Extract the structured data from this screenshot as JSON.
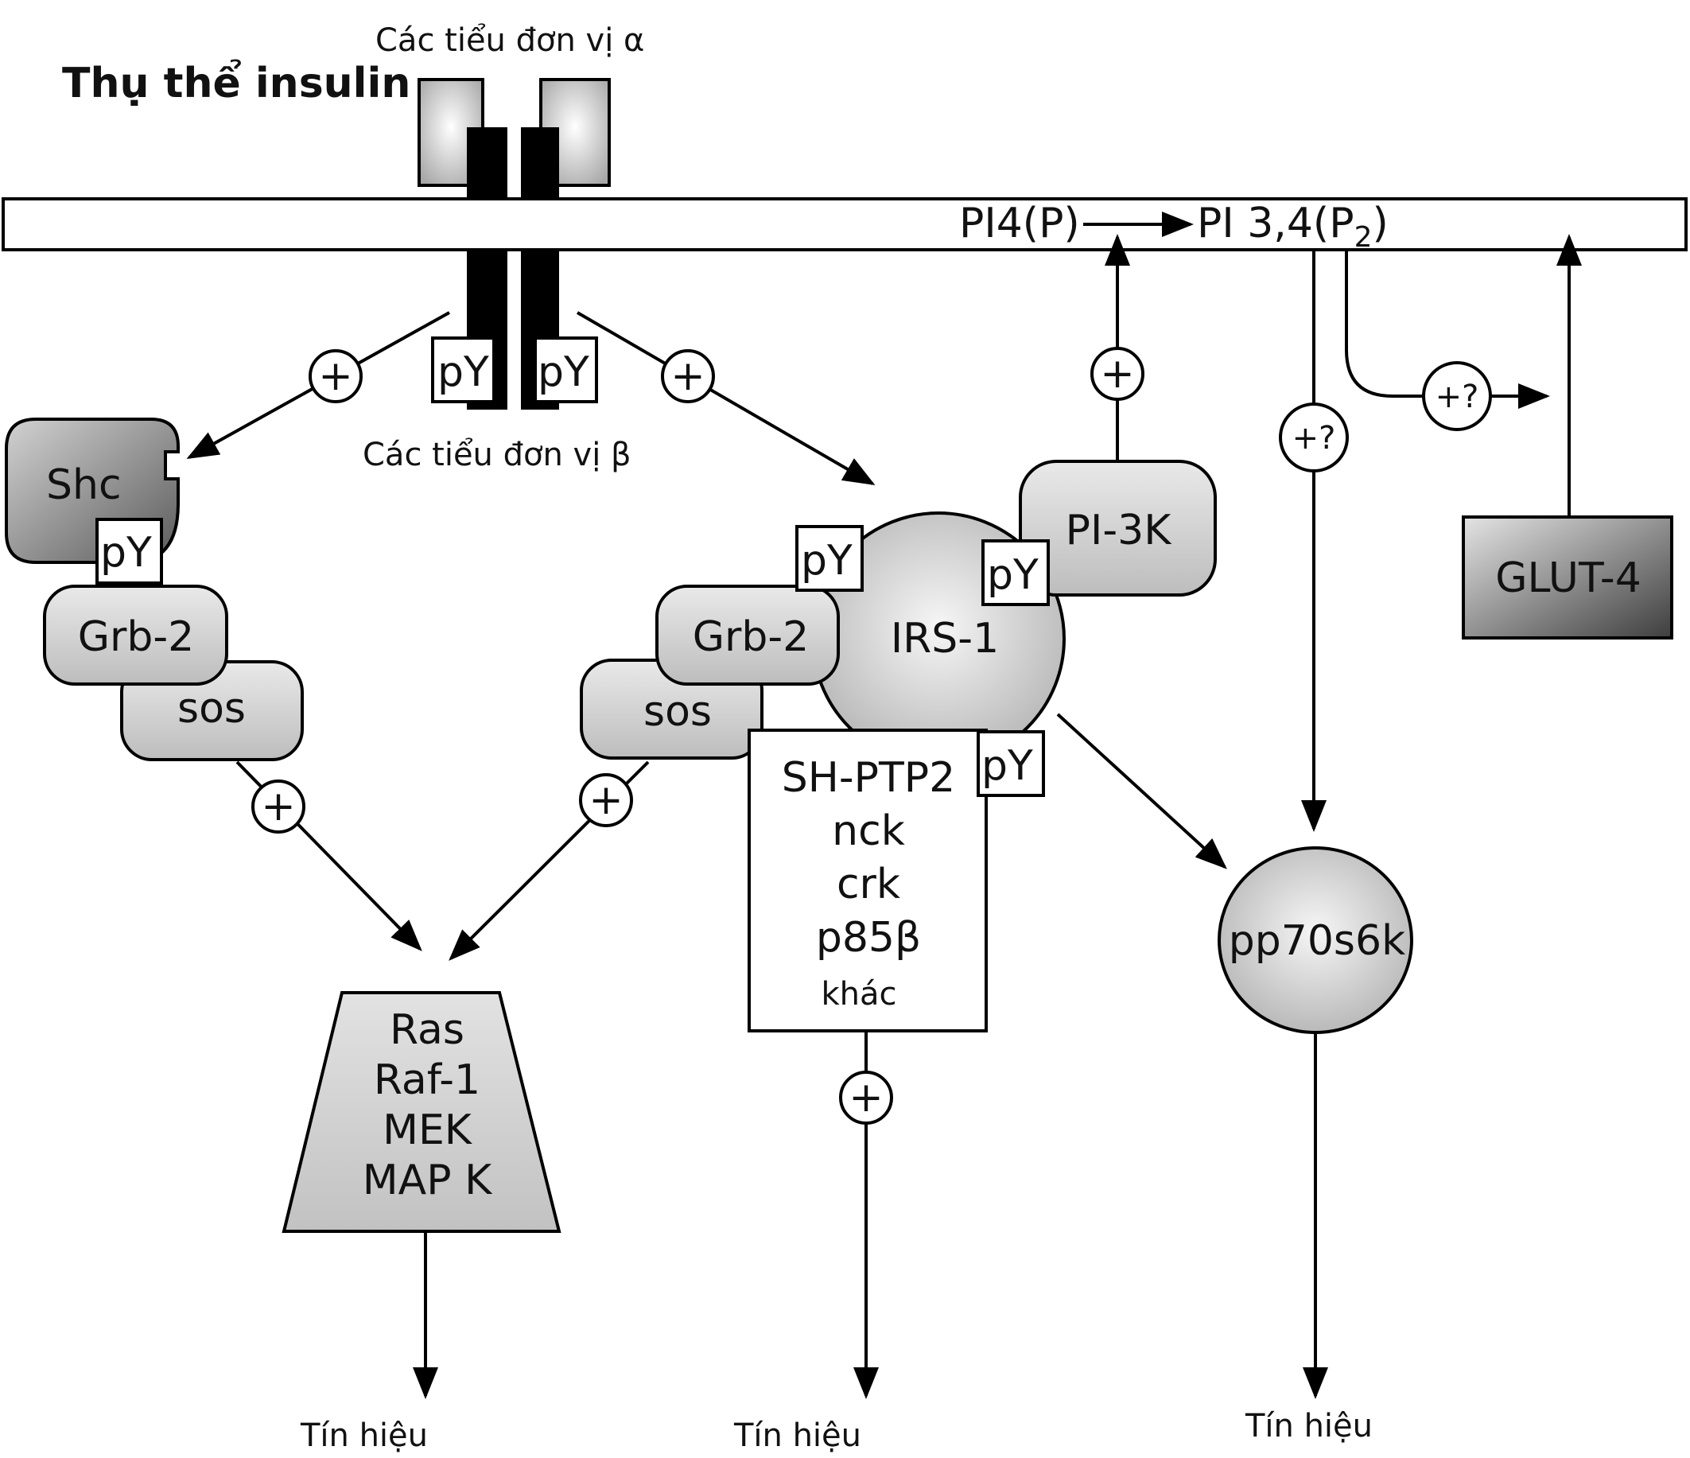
{
  "title": "Thụ thể insulin",
  "alpha_label": "Các tiểu đơn vị α",
  "beta_label": "Các tiểu đơn vị β",
  "pY": "pY",
  "plus": "+",
  "plus_q": "+?",
  "lipid_left": "PI4(P)",
  "lipid_right_main": "PI 3,4(P",
  "lipid_right_sub": "2",
  "lipid_right_close": ")",
  "shc": "Shc",
  "grb2": "Grb-2",
  "sos": "sos",
  "irs1": "IRS-1",
  "pi3k": "PI-3K",
  "glut4": "GLUT-4",
  "mapk_cascade": [
    "Ras",
    "Raf-1",
    "MEK",
    "MAP K"
  ],
  "adaptors": [
    "SH-PTP2",
    "nck",
    "crk",
    "p85β",
    "khác"
  ],
  "pp70": "pp70s6k",
  "signal": "Tín hiệu"
}
